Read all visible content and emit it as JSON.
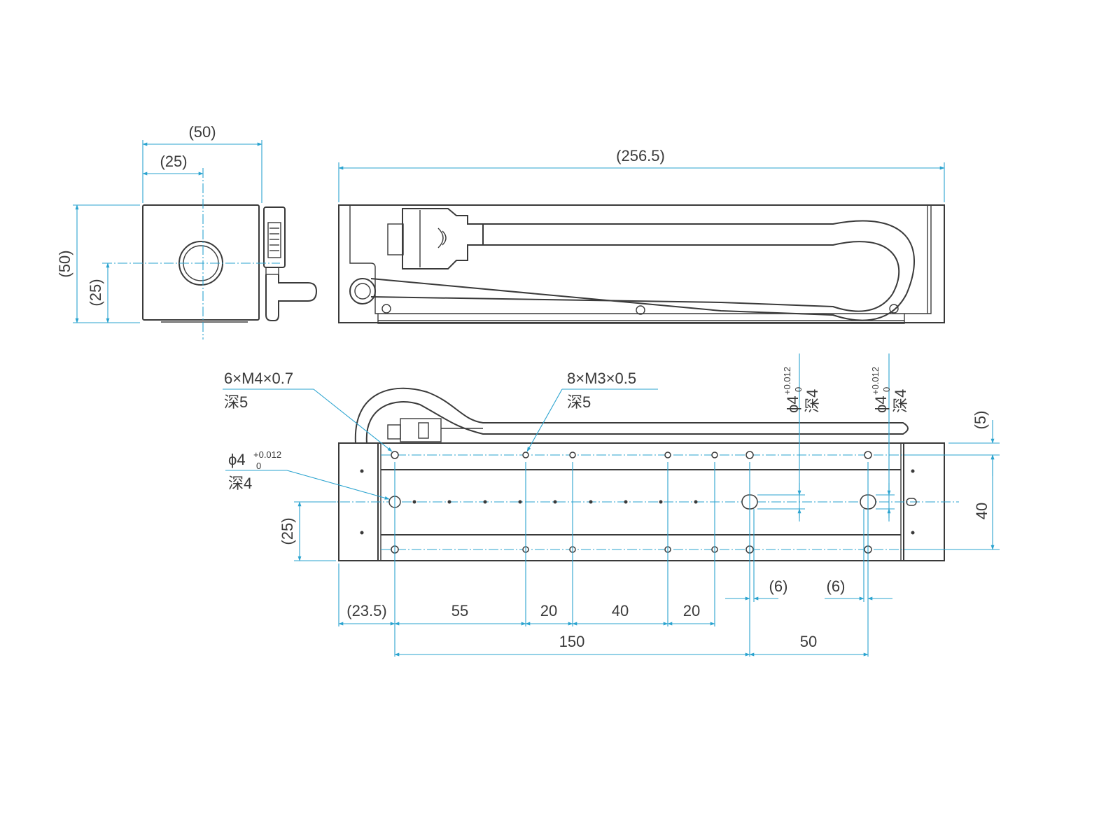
{
  "side_view": {
    "width_dim": "(50)",
    "center_dim": "(25)",
    "height_dim": "(50)",
    "center_height_dim": "(25)"
  },
  "front_view": {
    "length_dim": "(256.5)"
  },
  "top_view": {
    "callout_m4": {
      "line1": "6×M4×0.7",
      "line2": "深5"
    },
    "callout_m3": {
      "line1": "8×M3×0.5",
      "line2": "深5"
    },
    "callout_pin_left": {
      "base": "ϕ4",
      "upper": "+0.012",
      "lower": "0",
      "depth": "深4"
    },
    "callout_pin_1": {
      "base": "ϕ4",
      "upper": "+0.012",
      "lower": "0",
      "depth": "深4"
    },
    "callout_pin_2": {
      "base": "ϕ4",
      "upper": "+0.012",
      "lower": "0",
      "depth": "深4"
    },
    "dim_top_offset": "(5)",
    "dim_width": "40",
    "dim_center_height": "(25)",
    "dim_slot_1": "(6)",
    "dim_slot_2": "(6)",
    "dims_row1": [
      "(23.5)",
      "55",
      "20",
      "40",
      "20"
    ],
    "dims_row2": [
      "150",
      "50"
    ]
  }
}
